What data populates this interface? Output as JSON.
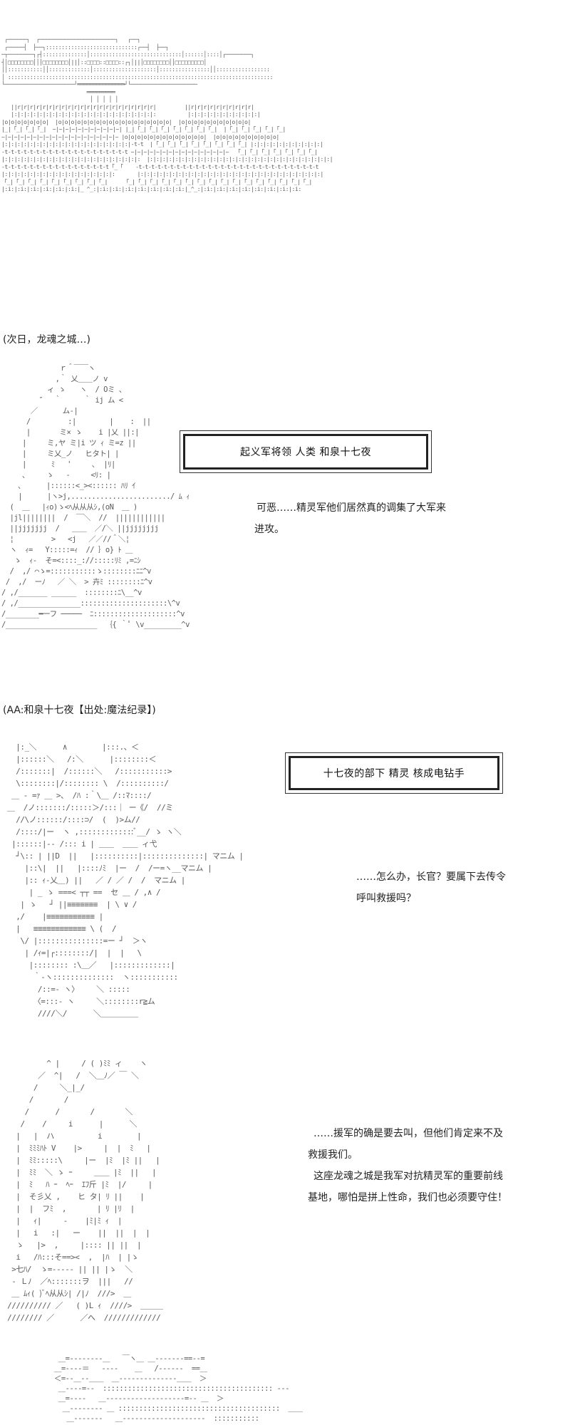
{
  "scene": {
    "castle_caption": "(次日，龙魂之城…)"
  },
  "panel1": {
    "name_label": "起义军将领  人类  和泉十七夜",
    "speech": [
      "可恶……精灵军他们居然真的调集了大军来",
      "进攻。"
    ],
    "credit": "(AA:和泉十七夜【出处:魔法纪录】)"
  },
  "panel2": {
    "name_label": "十七夜的部下  精灵  核成电钻手",
    "speech": [
      "……怎么办，长官？要属下去传令",
      "呼叫救援吗？"
    ]
  },
  "panel3": {
    "speech": [
      "……援军的确是要去叫，但他们肯定来不及",
      "救援我们。",
      "这座龙魂之城是我军对抗精灵军的重要前线",
      "基地，哪怕是拼上性命，我们也必须要守住！"
    ]
  },
  "ascii_art": {
    "castle": " ┌──────┐  ┌────────────────────────┐   ┌──┐\n ┌─────┤  ├──┐:::::::::::::::::::::::::::::┌──┤  ├──┐\n─┬────────┐┌┤::::::::::::::│:::::::::::::::::::::::::::::│::::::│::::│┌────────┐\n┤│□□□□□□□□│││□□□□□□□□│||│::□□□□::□□□□::┌┐│||│□□□□□□□□││□□□□□□□□□│\n││:::::::::::││:::::::::::::│::::::::::::::::::::│::::::::::::::::││:::::::::::::::::\n│ ::::::::::::::::::::::::::::::::::::::::::::::::::::::::::::::::::::::::::::::::::::\n└──────────────────────┘═══════════════┘└─────────────────────\n                           ═════════\n                            │ │ │ │ │\n   ||r|r|r|r|r|r|r|r|r|r|r|r|r|r|r|r|r|r|r|r|r|r|         ||r|r|r|r|r|r|r|r|r|r|\n   |:|:|:|:|:|:|:|:|:|:|:|:|:|:|:|:|:|:|:|:|:|:|:          |:|:|:|:|:|:|:|:|:|:|:|\n|o|o|o|o|o|o|o|  |o|o|o|o|o|o|o|o|o|o|o|o|o|o|o|o|o|o|  |o|o|o|o|o|o|o|o|o|o|o|\n|_|「_|「_|「_|  ~|~|~|~|~|~|~|~|~|~|~| |_|「_|「_|「_|「_|「_|「_|「_|  |「_|「_|「_|「_|「_|\n~|~|~|~|~|~|~|~|~|~|~|~|~|~|~|~|~|~|~ |o|o|o|o|o|o|o|o|o|o|o|o|o|  |o|o|o|o|o|o|o|o|o|o|\n|:|:|:|:|:|:|:|:|:|:|:|:|:|:|:|:|:|:|:|:|-t-t  |「_|「_|「_|「_|「_|「_|「_|「_| |:|:|:|:|:|:|:|:|:|:|:|\n-t-t-t-t-t-t-t-t-t-t-t-t-t-t-t-t-t-t-t-t ~|~|~|~|~|~|~|~|~|~|~|~|~|~|~|~  「_|「_|「_|「_|「_|「_|「_|\n|:|:|:|:|:|:|:|:|:|:|:|:|:|:|:|:|:|:|:|:|:|:  |:|:|:|:|:|:|:|:|:|:|:|:|:|:|:|:|:|:|:|:|:|:|:|:|:|:|:|:|:|\n-t-t-t-t-t-t-t-t-t-t-t-t-t-t-t-t-t「_「    -t-t-t-t-t-t-t-t-t-t-t-t-t-t-t-t-t-t-t-t-t-t-t-t-t-t-t-t-t\n|:|:|:|:|:|:|:|:|:|:|:|:|:|:|:|:|:|:       |:|:|:|:|:|:|:|:|:|:|:|:|:|:|:|:|:|:|:|:|:|:|:|:|:|:|:|:|:|\n「_|「_|「_|「_|「_|「_|「_|「_|「_|     「_|「_|「_|「_|「_|「_|「_|「_|「_|「_|「_|「_|「_|「_|「_|「_|\n|:i:|:i:|:i:|:i:|:i:|:i:|_ ^_:|:i:|:i:|:i:|:i:|:i:|:i:|:i:|_^_:|:i:|:i:|:i:|:i:|:i:|:i:|:i:|:i:",
    "character1": "              ｒ＾￣￣ヽ\n             ,｀ 乂＿＿ノ v\n           ィ ゝ　　ヽ  / Oミ 、\n         ″　 ｀　 　 ｀ ij ム <\n       ／      ム-|\n      /         :|        |    :  ||\n      |       ミ× ゝ    i |乂 ||:|\n     |     ミ,ヤ ミ|i ツ ｨ ミ=z ||\n     |     ミ乂_ノ   ヒタト| |\n     |      ﾐ   '     ､  |ﾘ|\n     ､     ゝ   -     <ﾘ: |\n    ､      |::::::<_><:::::: ﾊﾘ ｲ\n    |      |ヽ>j,......................../ ﾑ ｨ\n  (  ＿   |ｨo)ゝ<ﾍ从从从ｼ,(oN  ＿ )\n  |jl||||||||  /  ￣＼  //  ||||||||||||\n  ||jjjjjjj  /   ＿＿  ／/＼ ||jjjjjjjj\n  ¦         >   <j   ／／//＾＼¦\n  ヽ  ｨ=   Y:::::=ｨ  // ｝o} ﾄ ＿ \n   ゝ  ｨ-  そ=<::::_://:::::ﾘﾐ ,=ﾆｼ\n  /  ,/ ⌒ゝ=:::::::::::ゝ::::::::ﾆﾆ^v\n /  ,/  ーﾉ   ／ ＼  > 卉ﾐ ::::::::ﾆ^v\n/ ,/_______ ______  ::::::::ﾆ\\__^v\n/ ,/_______________:::::::::::::::::::::\\^v\n/________━ーフ ─────  ﾆ::::::::::::::::::::^v\n/______________________  ｛{ ｀ﾟ \\v_________^v",
    "character2": "  |:_＼      ∧        |:::.、＜\n  |::::::＼   /:＼      |::::::::＜\n  /:::::::|  /::::::＼   /:::::::::::>\n  \\::::::::|/:::::::: \\  /::::::::::/\n ＿ ‐ =ｧ ＿ >、 /ﾊ :｀\\＿ /::ﾏ::::/\n＿  /ノ:::::::/:::::＞/:::｜ ー《/  //ミ\n  //\\ノ::::::/::::⊃/  (  )>ム//  \n  /::::/|ー  ヽ ,:::::::::::::ﾞ__/ ゝ ヽ＼\n |::::::|-- /::: i | ＿＿  ＿＿ ィ弋\n  ┘\\:: | ||D  ||   |::::::::::|::::::::::::::| マニム |\n    |::\\|  ||   |::::ﾉﾐ  |ー  /  /ー=ヽ__マニム |\n    |:: ｨ-乂＿) ||   ／ / ／ /  /  マニム |\n     | _ ゝ ===< ┬┬ ==  セ ＿ / ,∧ /\n   | ゝ   ┘ ||≡≡≡≡≡≡≡  | \\ ∨ /\n  ,/    |≡≡≡≡≡≡≡≡≡≡≡ | \n  |   ≡≡≡≡≡≡≡≡≡≡≡≡ \\ (  /\n   \\/ |:::::::::::::::=ー ┘  ＞ヽ\n    | /ｨ=|┌::::::::/|  |  |   \\\n     |:::::::: :\\＿／   |:::::::::::::|\n      ｀-ヽ::::::::::::::  ヽ:::::::::::\n       /::=- ヽ〉    ＼ :::::\n      〈=:::- ヽ     ＼::::::::r≧ム\n       ////＼/      ＼＿＿＿＿＿",
    "character3": "          ^ |     / ( )ﾐﾐ ィ    ヽ\n        ／  ^|   /  ＼＿ﾉ／ ￣ ＼\n       /     ＼_|_/\n      /       /\n     /      /       /       ＼\n    /    /     i      |      ＼\n   |   |  ハ          i        |\n   |  ﾐﾐﾐﾊﾄ V    |>     |  |  ﾐ   |\n   |  ﾐﾐ:::::\\     |ー  |ﾐ  |ﾐ ||   |\n   |  ﾐﾐ  ＼ ゝ ｰ     ＿＿ |ﾐ  ||   |\n   |  ﾐ   ﾊ ｰ  ﾍｰ  ｴﾌ斤 |ﾐ  |/     |\n   |  そ彡乂 ,    ヒ タ| ﾘ ||    |\n   |  |  フﾐ  ,       | ﾘ |ﾘ  |\n   |   ｨ|     -    |ﾐ|ﾐ ｨ  |\n   |   i   :|   ー    ||  ||  |  |\n   ゝ   |>  ,     |:::: || ||  |\n   i   /ﾊ:::そ==><  ,  |ﾊ  | |ゝ\n  >七ﾊ/  ゝ=‐‐‐‐‐ || || |ゝ  ＼\n  ‐ Ｌﾉ  ／ﾍ:::::::ヲ  |||   //\n  ＿ ﾑｨ( )ﾞﾍ从从ｼ| /|ﾉ  ///>  ＿\n ////////// ／   ( )L ｨ  ////>  ＿＿＿ \n //////// ／      ／へ  /////////////",
    "character4": "  ＿=‐‐‐‐‐‐‐‐＿   ￣ヽ＿ ＿‐‐‐‐‐‐‐==‐‐=\n ＿=‐‐‐‐＝   ‐‐‐‐    ＿   /‐‐‐‐‐‐  ==＿\n ＜=‐‐＿‐‐＿＿  ＿‐‐‐‐‐‐‐‐‐‐‐‐‐‐＿＿  ＞\n  ＿‐‐‐‐=‐‐  ::::::::::::::::::::::::::::::::::::::::: ‐‐‐\n  ＿=‐‐‐‐   ＿‐‐‐‐‐‐‐‐‐‐‐‐‐‐‐‐‐‐‐=‐‐ ＿  ＞\n   ＿‐‐‐‐‐‐‐‐ ＿ :::::::::::::::::::::::::::::::::::::::  ＿＿\n    ＿‐‐‐‐‐‐‐   ＿‐‐‐‐‐‐‐‐‐‐‐‐‐‐‐‐‐‐‐‐  :::::::::::"
  }
}
